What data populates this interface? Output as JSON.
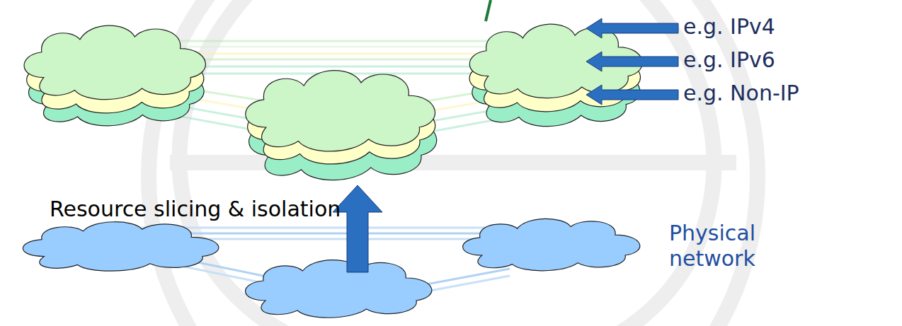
{
  "diagram": {
    "labels": [
      "e.g. IPv4",
      "e.g. IPv6",
      "e.g. Non-IP",
      "Resource slicing & isolation",
      "Physical network"
    ]
  }
}
